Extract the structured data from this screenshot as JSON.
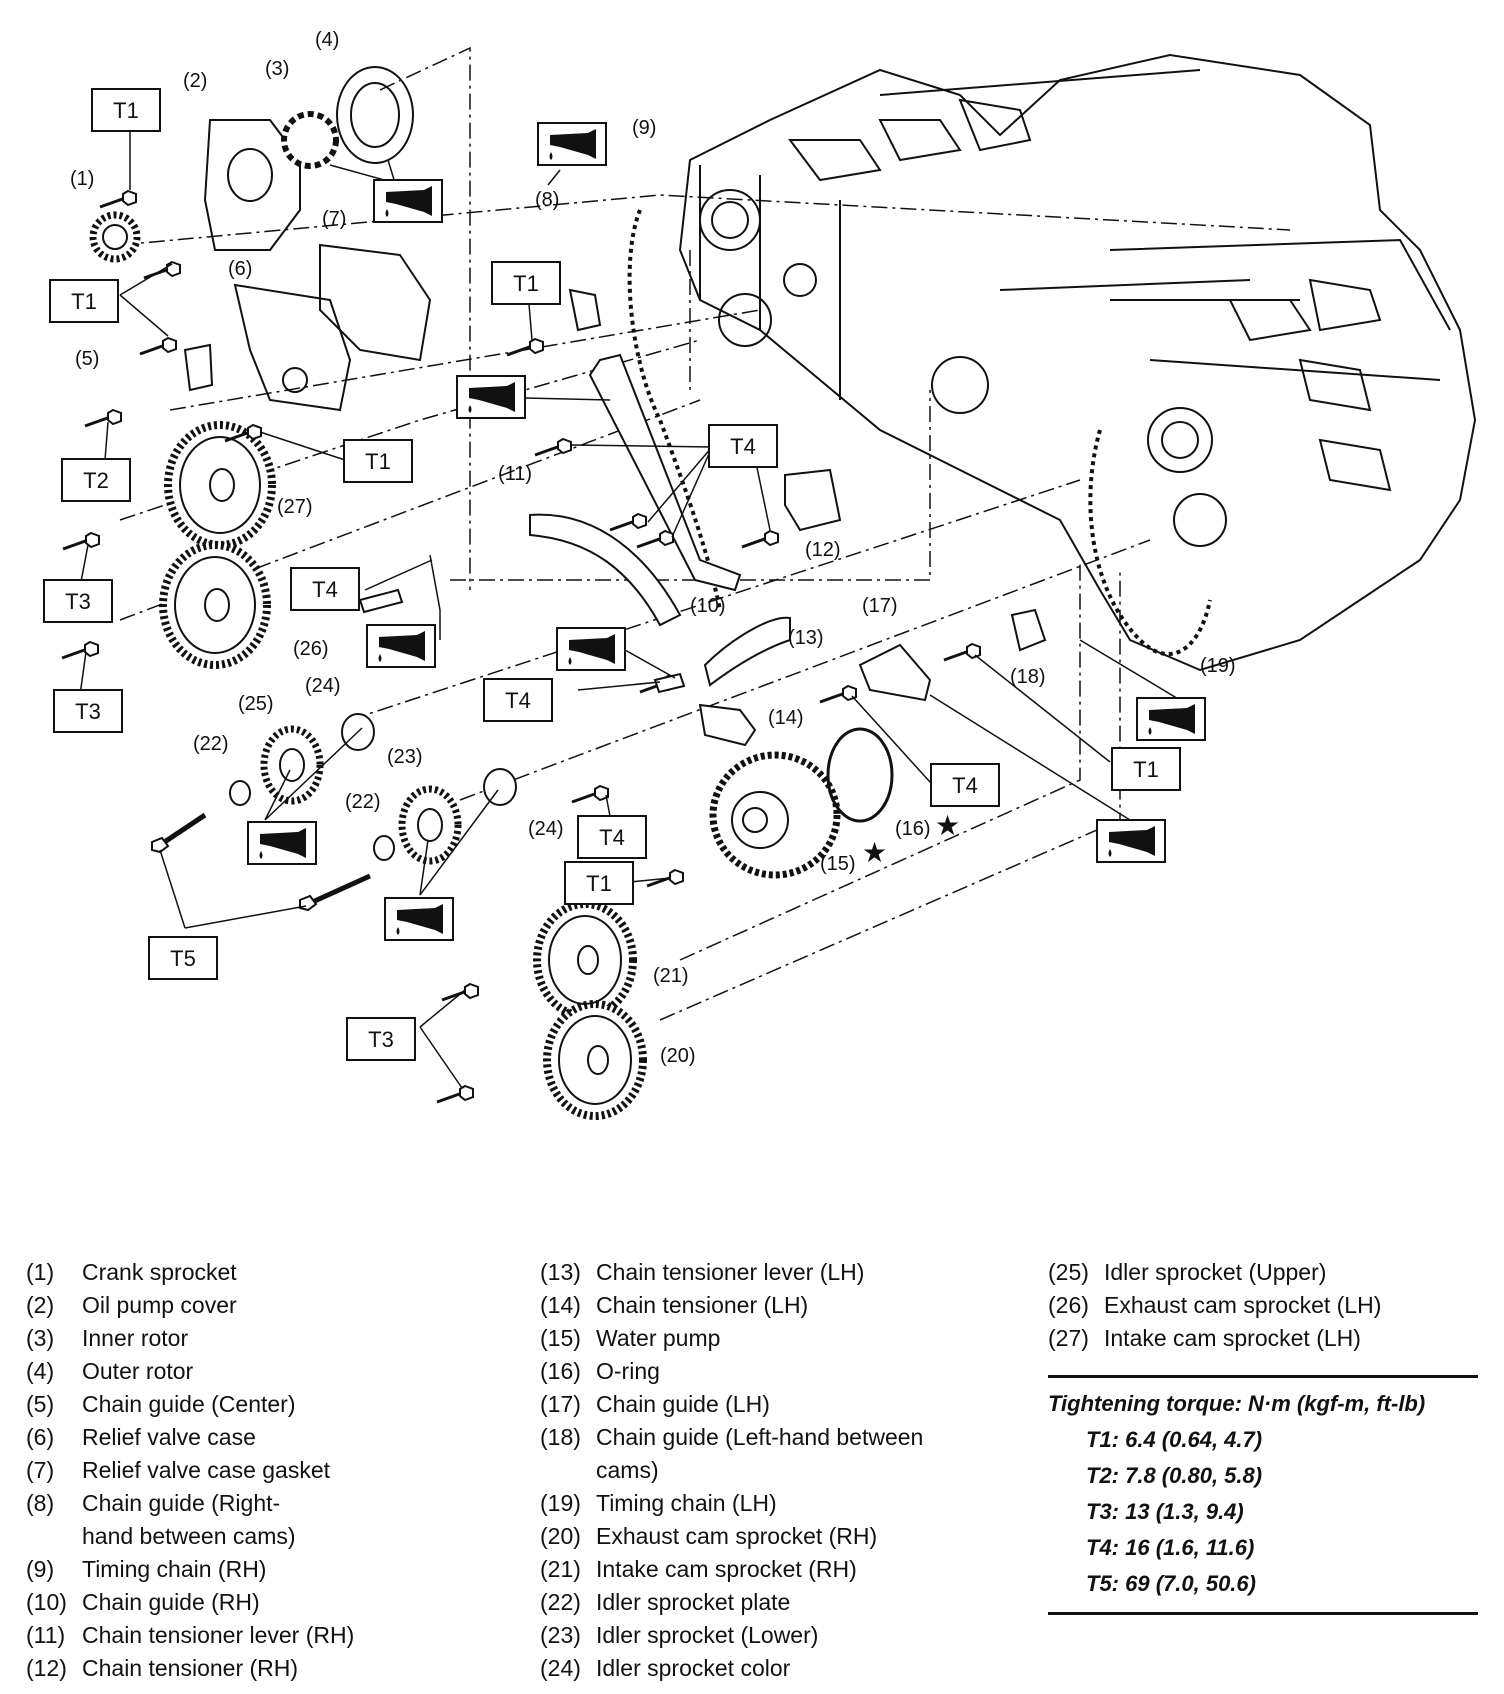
{
  "diagram": {
    "callouts": [
      "(1)",
      "(2)",
      "(3)",
      "(4)",
      "(5)",
      "(6)",
      "(7)",
      "(8)",
      "(9)",
      "(10)",
      "(11)",
      "(12)",
      "(13)",
      "(14)",
      "(15)",
      "(16)",
      "(17)",
      "(18)",
      "(19)",
      "(20)",
      "(21)",
      "(22)",
      "(22)",
      "(23)",
      "(24)",
      "(24)",
      "(25)",
      "(26)",
      "(27)"
    ],
    "torque_tags": [
      "T1",
      "T1",
      "T1",
      "T1",
      "T1",
      "T1",
      "T2",
      "T3",
      "T3",
      "T3",
      "T4",
      "T4",
      "T4",
      "T4",
      "T4",
      "T5"
    ],
    "icons": [
      "oil-can-icon",
      "oil-can-icon",
      "oil-can-icon",
      "oil-can-icon",
      "oil-can-icon",
      "oil-can-icon",
      "oil-can-icon",
      "oil-can-icon",
      "oil-can-icon",
      "oil-can-icon"
    ],
    "markers": [
      "★",
      "★"
    ]
  },
  "legend": {
    "col1": [
      {
        "num": "(1)",
        "text": "Crank sprocket"
      },
      {
        "num": "(2)",
        "text": "Oil pump cover"
      },
      {
        "num": "(3)",
        "text": "Inner rotor"
      },
      {
        "num": "(4)",
        "text": "Outer rotor"
      },
      {
        "num": "(5)",
        "text": "Chain guide (Center)"
      },
      {
        "num": "(6)",
        "text": "Relief valve case"
      },
      {
        "num": "(7)",
        "text": "Relief valve case gasket"
      },
      {
        "num": "(8)",
        "text": "Chain guide (Right-hand between cams)"
      },
      {
        "num": "(9)",
        "text": "Timing chain (RH)"
      },
      {
        "num": "(10)",
        "text": "Chain guide (RH)"
      },
      {
        "num": "(11)",
        "text": "Chain tensioner lever (RH)"
      },
      {
        "num": "(12)",
        "text": "Chain tensioner (RH)"
      }
    ],
    "col2": [
      {
        "num": "(13)",
        "text": "Chain tensioner lever (LH)"
      },
      {
        "num": "(14)",
        "text": "Chain tensioner (LH)"
      },
      {
        "num": "(15)",
        "text": "Water pump"
      },
      {
        "num": "(16)",
        "text": "O-ring"
      },
      {
        "num": "(17)",
        "text": "Chain guide (LH)"
      },
      {
        "num": "(18)",
        "text": "Chain guide (Left-hand between cams)"
      },
      {
        "num": "(19)",
        "text": "Timing chain (LH)"
      },
      {
        "num": "(20)",
        "text": "Exhaust cam sprocket (RH)"
      },
      {
        "num": "(21)",
        "text": "Intake cam sprocket (RH)"
      },
      {
        "num": "(22)",
        "text": "Idler sprocket plate"
      },
      {
        "num": "(23)",
        "text": "Idler sprocket (Lower)"
      },
      {
        "num": "(24)",
        "text": "Idler sprocket color"
      }
    ],
    "col3": [
      {
        "num": "(25)",
        "text": "Idler sprocket (Upper)"
      },
      {
        "num": "(26)",
        "text": "Exhaust cam sprocket (LH)"
      },
      {
        "num": "(27)",
        "text": "Intake cam sprocket (LH)"
      }
    ]
  },
  "torque": {
    "title": "Tightening torque: N·m (kgf-m, ft-lb)",
    "items": [
      "T1: 6.4 (0.64, 4.7)",
      "T2: 7.8 (0.80, 5.8)",
      "T3: 13 (1.3, 9.4)",
      "T4: 16 (1.6, 11.6)",
      "T5: 69 (7.0, 50.6)"
    ]
  }
}
